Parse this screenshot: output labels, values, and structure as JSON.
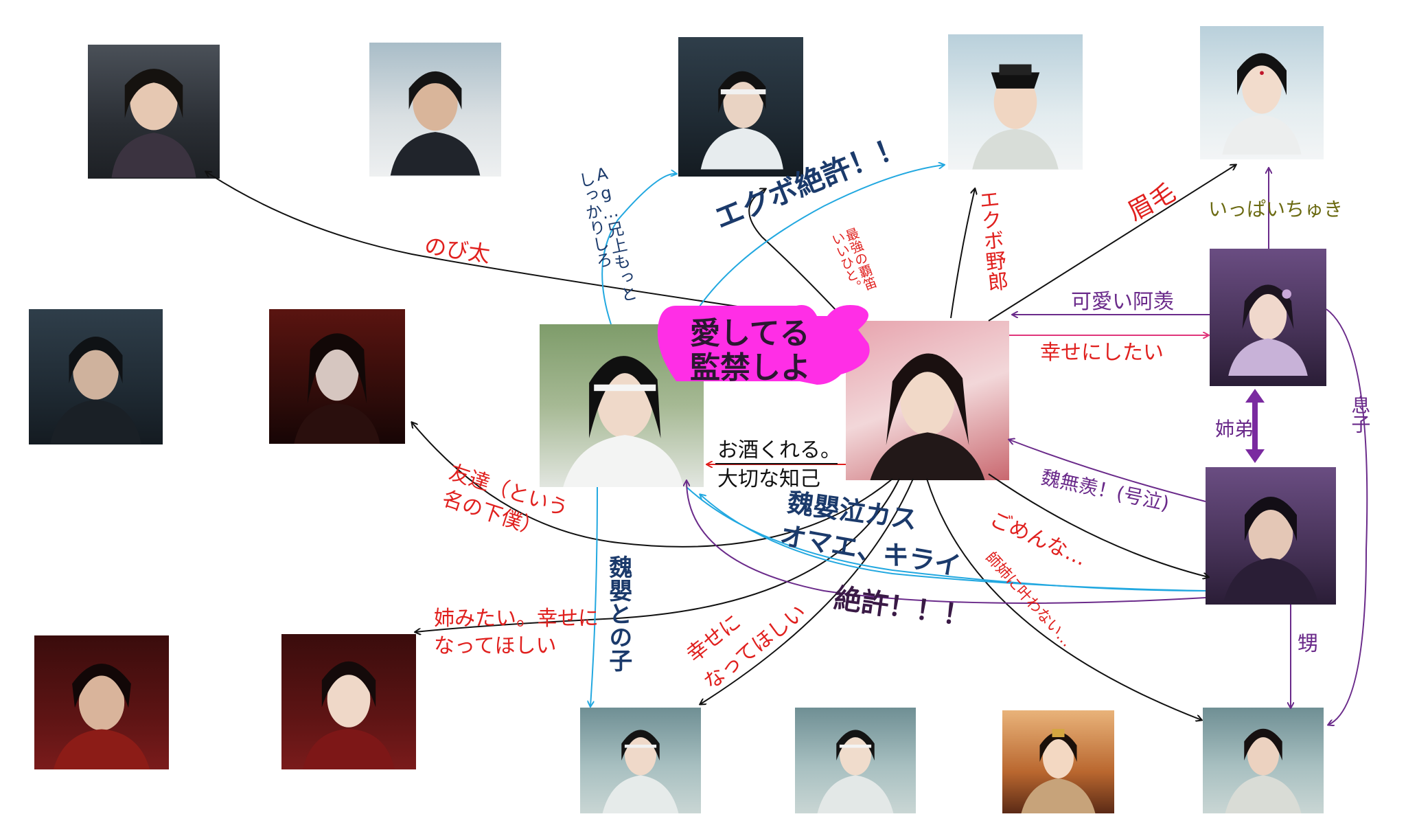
{
  "colors": {
    "red": "#e0201e",
    "navy": "#1b3a6b",
    "blue": "#1f8ecf",
    "cyan": "#22a8e0",
    "purple": "#6a2a8a",
    "black": "#111111",
    "magenta": "#ff2ee6",
    "olive": "#6b6a12"
  },
  "labels": {
    "nobita": "のび太",
    "ag_line1": "Ag…兄上もっと",
    "ag_line2": "しっかりしろ",
    "ekubo_zekkyo": "エクボ絶許！！",
    "saikyo_line1": "最強の覇笛",
    "saikyo_line2": "いいひと。",
    "ekubo_yaro": "エクボ野郎",
    "mayuge": "眉毛",
    "ippai_chuki": "いっぱいちゅき",
    "kawaii_axian": "可愛い阿羡",
    "shiawase_ni_shitai": "幸せにしたい",
    "aishiteru": "愛してる",
    "kankin_shiyo": "監禁しよ",
    "osake_kureru": "お酒くれる。",
    "taisetsuna_chiki": "大切な知己",
    "tomodachi_line1": "友達（という",
    "tomodachi_line2": "名の下僕）",
    "weiwuxian_gokyu": "魏無羨！(号泣)",
    "shitei": "姉弟",
    "musuko": "息子",
    "weiying_nakikasu": "魏嬰泣カス",
    "omae_kirai": "オマエ、キライ",
    "gomenna": "ごめんな…",
    "zekkyo": "絶許！！！",
    "shijie_kanawanai": "師姉に叶わない…",
    "oi": "甥",
    "weiying_tono_ko": "魏嬰との子",
    "ane_mitai_line1": "姉みたい。幸せに",
    "ane_mitai_line2": "なってほしい",
    "shiawase_line1": "幸せに",
    "shiawase_line2": "なってほしい"
  }
}
